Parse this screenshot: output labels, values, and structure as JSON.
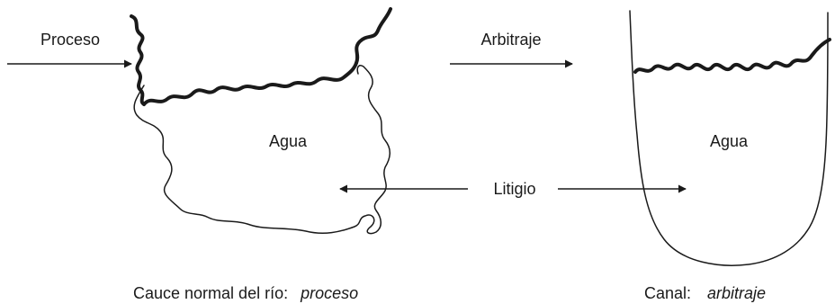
{
  "labels": {
    "proceso": "Proceso",
    "arbitraje": "Arbitraje",
    "agua_left": "Agua",
    "agua_right": "Agua",
    "litigio": "Litigio"
  },
  "captions": {
    "left_main": "Cauce normal del río:",
    "left_term": "proceso",
    "right_main": "Canal:",
    "right_term": "arbitraje"
  }
}
